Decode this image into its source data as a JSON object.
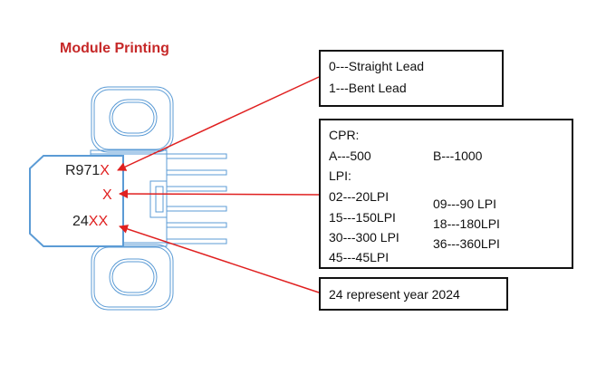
{
  "title": "Module Printing",
  "marking": {
    "line1_prefix": "R971",
    "line1_suffix": "X",
    "line2": "X",
    "line3_prefix": "24",
    "line3_suffix": "XX"
  },
  "lead_box": {
    "line1": "0---Straight Lead",
    "line2": "1---Bent Lead"
  },
  "cpr_box": {
    "cpr_heading": "CPR:",
    "cpr_a": "A---500",
    "cpr_b": "B---1000",
    "lpi_heading": "LPI:",
    "lpi_left": [
      "02---20LPI",
      "15---150LPI",
      "30---300 LPI",
      "45---45LPI"
    ],
    "lpi_right": [
      "09---90 LPI",
      "18---180LPI",
      "36---360LPI"
    ]
  },
  "year_box": {
    "text": "24 represent year 2024"
  },
  "colors": {
    "title": "#c62828",
    "arrow": "#e02020",
    "outline": "#5b9bd5",
    "box_border": "#111111"
  }
}
